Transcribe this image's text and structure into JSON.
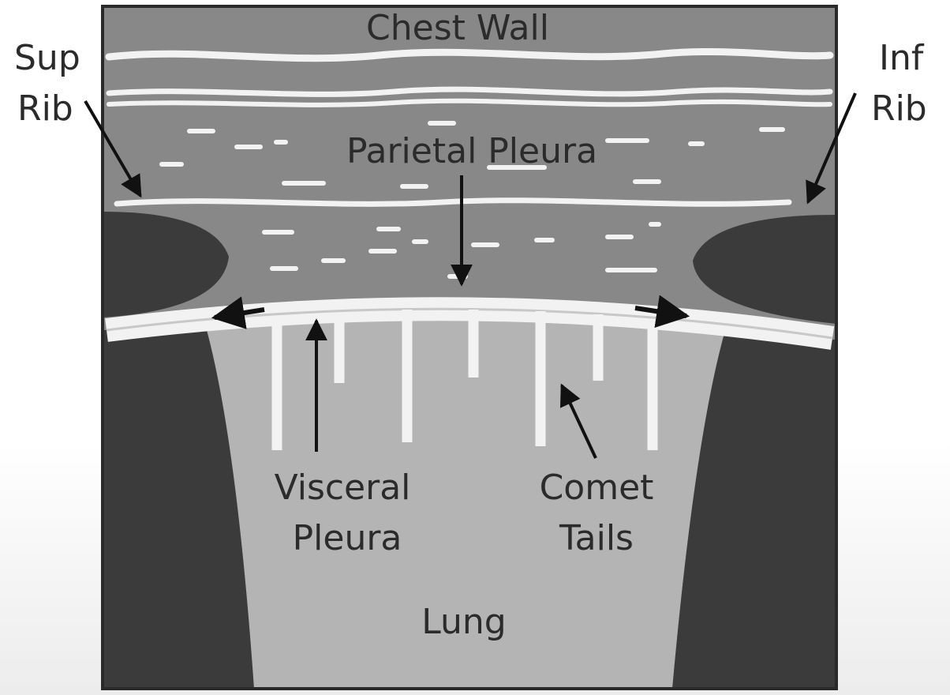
{
  "labels": {
    "chest_wall": "Chest Wall",
    "sup_rib": [
      "Sup",
      "Rib"
    ],
    "inf_rib": [
      "Inf",
      "Rib"
    ],
    "parietal_pleura": "Parietal Pleura",
    "visceral_pleura": [
      "Visceral",
      "Pleura"
    ],
    "comet_tails": [
      "Comet",
      "Tails"
    ],
    "lung": "Lung"
  },
  "colors": {
    "chest_wall": "#888888",
    "lung": "#b4b4b4",
    "rib_shadow": "#3b3b3b",
    "echo_line": "#f2f2f2",
    "frame": "#2a2a2a",
    "text": "#2b2b2b"
  }
}
